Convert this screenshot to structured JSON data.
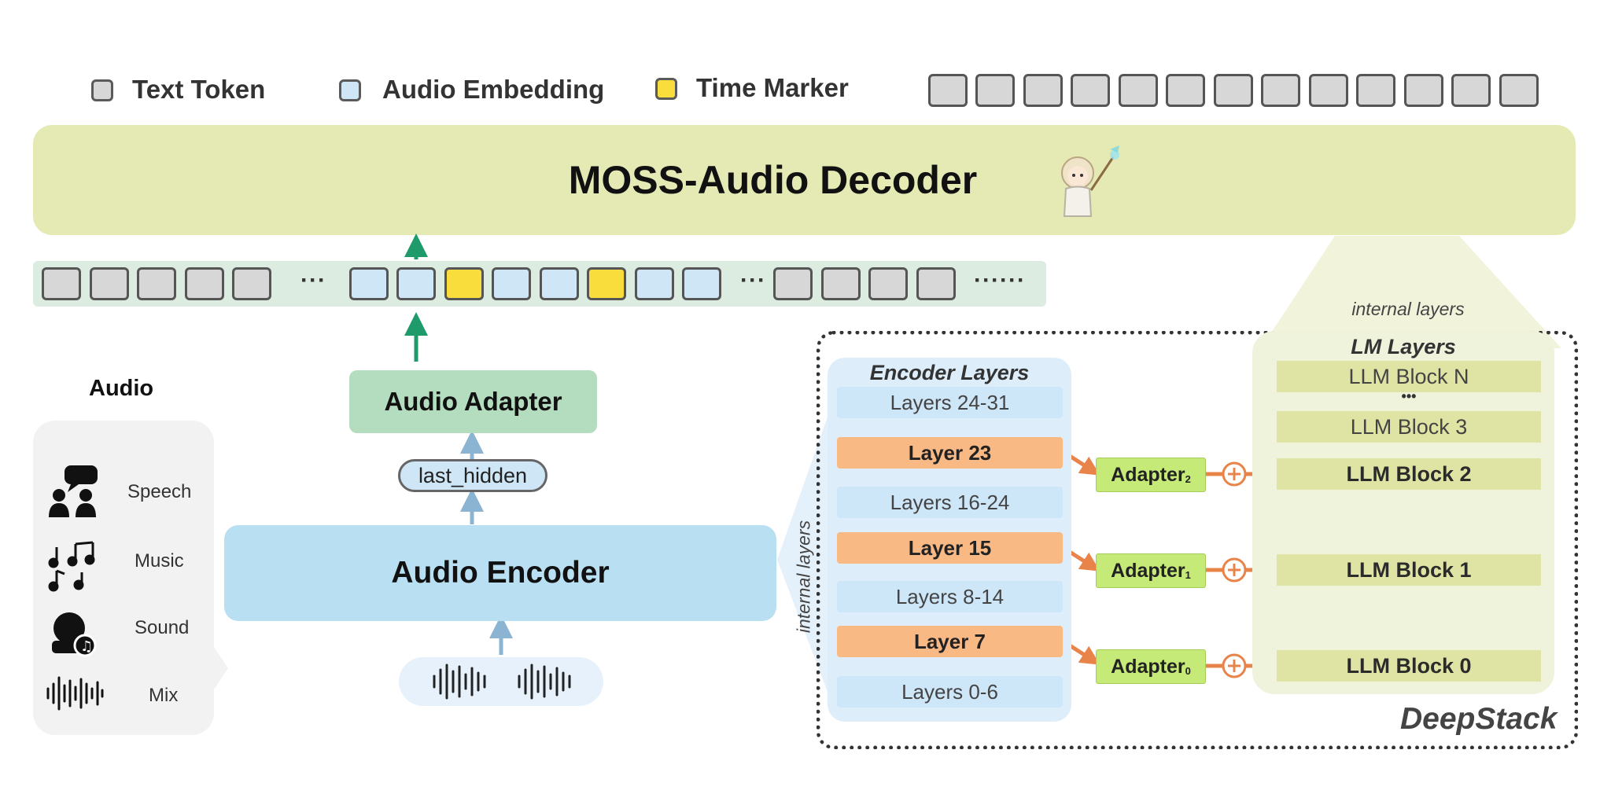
{
  "legend": {
    "text_token": "Text Token",
    "audio_embedding": "Audio Embedding",
    "time_marker": "Time Marker"
  },
  "decoder": {
    "title": "MOSS-Audio Decoder"
  },
  "sequence": {
    "ellipsis_1": "···",
    "ellipsis_2": "···",
    "ellipsis_3": "······"
  },
  "audio_panel": {
    "title": "Audio",
    "items": [
      {
        "label": "Speech",
        "icon": "speech-icon"
      },
      {
        "label": "Music",
        "icon": "music-icon"
      },
      {
        "label": "Sound",
        "icon": "sound-icon"
      },
      {
        "label": "Mix",
        "icon": "waveform-icon"
      }
    ]
  },
  "adapter_block": {
    "label": "Audio Adapter"
  },
  "last_hidden": {
    "label": "last_hidden"
  },
  "encoder_block": {
    "label": "Audio Encoder"
  },
  "internal_layers_left": "internal layers",
  "internal_layers_top": "internal layers",
  "encoder_layers": {
    "title": "Encoder Layers",
    "rows": [
      "Layers 24-31",
      "Layer 23",
      "Layers 16-24",
      "Layer 15",
      "Layers 8-14",
      "Layer 7",
      "Layers 0-6"
    ]
  },
  "adapters": [
    {
      "name": "Adapter",
      "sub": "2"
    },
    {
      "name": "Adapter",
      "sub": "1"
    },
    {
      "name": "Adapter",
      "sub": "0"
    }
  ],
  "lm_layers": {
    "title": "LM Layers",
    "rows": [
      "LLM Block N",
      "•••",
      "LLM Block 3",
      "LLM Block 2",
      "LLM Block 1",
      "LLM Block 0"
    ]
  },
  "deepstack": "DeepStack",
  "colors": {
    "decoder_bg": "#e5eab4",
    "sequence_bg": "#dcece0",
    "adapter_bg": "#b4dcbe",
    "encoder_bg": "#b9dff3",
    "highlight_layer": "#f9b985",
    "arrow_green": "#1f9a6a",
    "arrow_blue": "#8ab4d2",
    "arrow_orange": "#e8844a",
    "arrow_dark_orange": "#e0601a"
  }
}
